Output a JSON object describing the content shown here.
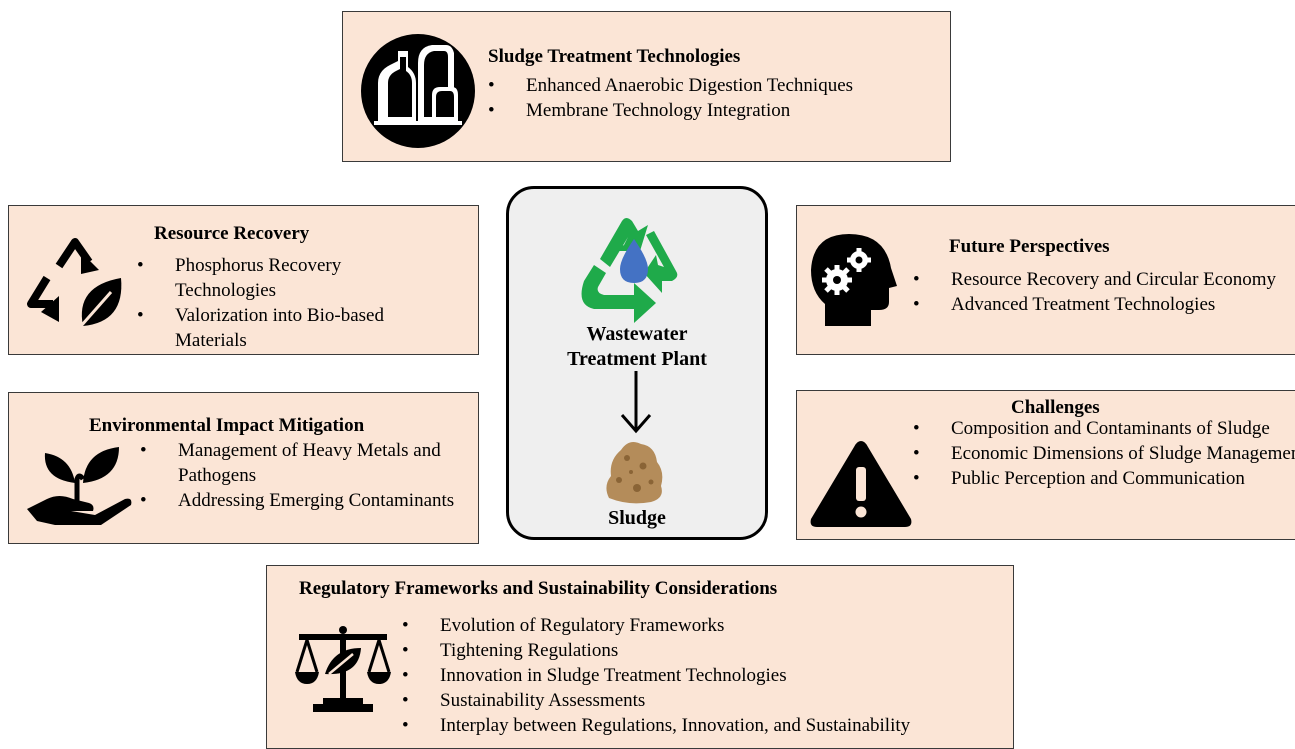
{
  "center": {
    "plant_label_line1": "Wastewater",
    "plant_label_line2": "Treatment Plant",
    "sludge_label": "Sludge"
  },
  "sludge_treatment": {
    "title": "Sludge Treatment Technologies",
    "items": [
      "Enhanced Anaerobic Digestion Techniques",
      "Membrane Technology Integration"
    ],
    "icon": "factory-icon"
  },
  "resource_recovery": {
    "title": "Resource Recovery",
    "items": [
      "Phosphorus Recovery Technologies",
      "Valorization into Bio-based Materials"
    ],
    "icon": "recycle-leaf-icon"
  },
  "environmental": {
    "title": "Environmental Impact Mitigation",
    "items": [
      "Management of Heavy Metals and Pathogens",
      "Addressing Emerging Contaminants"
    ],
    "icon": "hand-plant-icon"
  },
  "future": {
    "title": "Future Perspectives",
    "items": [
      "Resource Recovery and Circular Economy",
      "Advanced Treatment Technologies"
    ],
    "icon": "head-gears-icon"
  },
  "challenges": {
    "title": "Challenges",
    "items": [
      "Composition and Contaminants of Sludge",
      "Economic Dimensions of Sludge Management",
      "Public Perception and Communication"
    ],
    "icon": "warning-icon"
  },
  "regulatory": {
    "title": "Regulatory Frameworks and Sustainability Considerations",
    "items": [
      "Evolution of Regulatory Frameworks",
      "Tightening Regulations",
      "Innovation in Sludge Treatment Technologies",
      "Sustainability Assessments",
      "Interplay between Regulations, Innovation, and Sustainability"
    ],
    "icon": "scale-leaf-icon"
  },
  "colors": {
    "box_fill": "#fbe5d6",
    "recycle_green": "#1faa4a",
    "water_blue": "#4472c4",
    "sludge_brown": "#b48c5a",
    "center_fill": "#efefef"
  }
}
